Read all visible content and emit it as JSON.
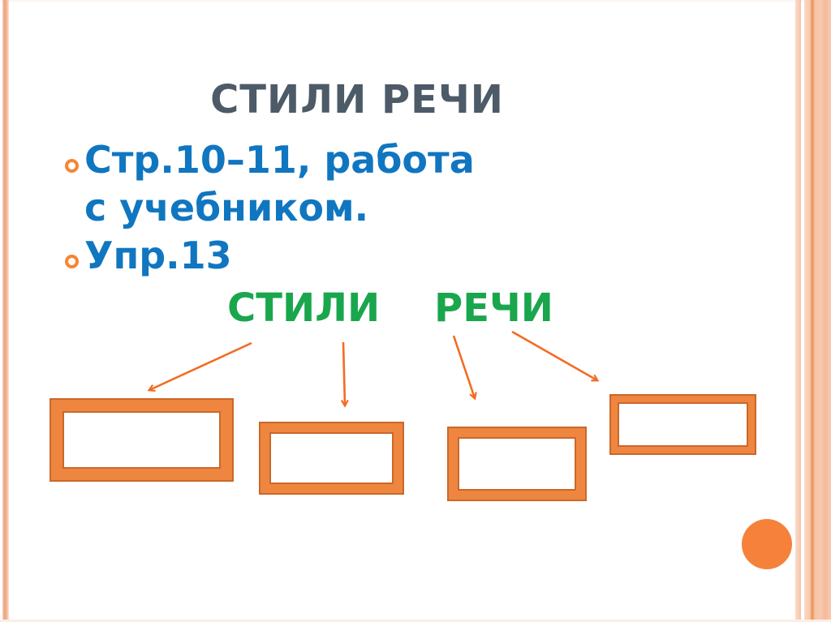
{
  "slide": {
    "title": {
      "text": "СТИЛИ РЕЧИ",
      "color": "#4D5A67"
    },
    "bullets": {
      "marker_style": "orange-ring",
      "marker_color": "#F58634",
      "text_color": "#1076C0",
      "items": [
        {
          "text": "Стр.10–11, работа с учебником."
        },
        {
          "text": "Упр.13"
        }
      ]
    },
    "diagram": {
      "heading": {
        "text": "СТИЛИ    РЕЧИ",
        "color": "#1AA64C"
      },
      "arrow_color": "#F26C23",
      "arrow_count": 4,
      "box_fill": "#EF8640",
      "box_stroke": "#C9682A",
      "boxes": [
        {
          "label": ""
        },
        {
          "label": ""
        },
        {
          "label": ""
        },
        {
          "label": ""
        }
      ]
    },
    "decor": {
      "circle_color": "#F5813B",
      "left_stripe_color": "#EDA47F",
      "right_stripe_color": "#F6C3A9",
      "right_band_color": "#F8C9AE"
    }
  }
}
